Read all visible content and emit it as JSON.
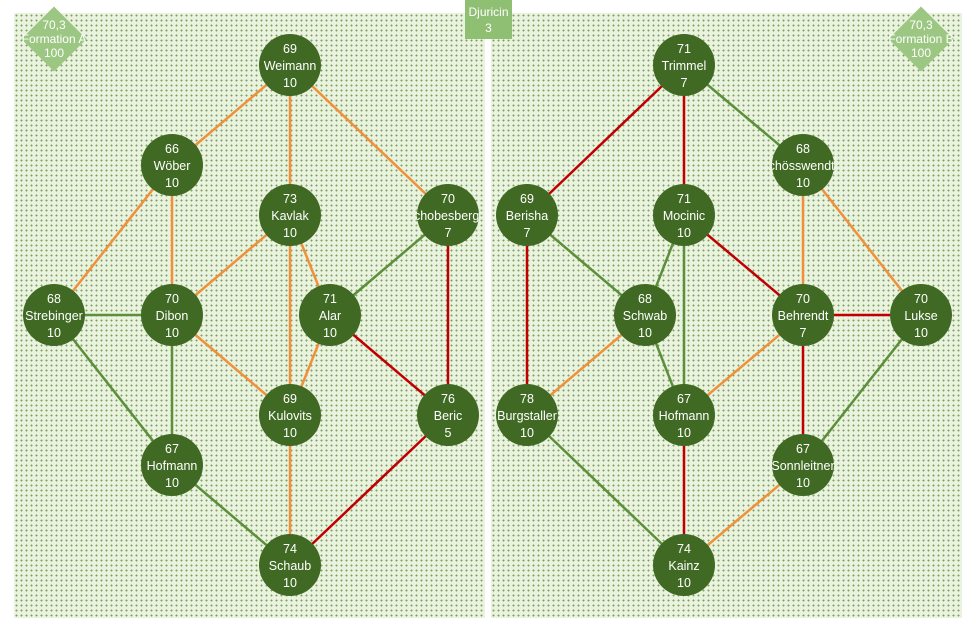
{
  "bench": {
    "name": "Djuricin",
    "value": "3"
  },
  "formation_left": {
    "rating": "70,3",
    "label": "Formation A",
    "value": "100"
  },
  "formation_right": {
    "rating": "70,3",
    "label": "Formation B",
    "value": "100"
  },
  "colors": {
    "node": "#406a24",
    "link_green": "#5b8f3a",
    "link_orange": "#f0913a",
    "link_red": "#c00000",
    "field": "#eaf3df",
    "badge": "#9cc783",
    "bench": "#8fbf73"
  },
  "left_team": {
    "players": [
      {
        "id": "weimann",
        "rating": "69",
        "name": "Weimann",
        "value": "10"
      },
      {
        "id": "woeber",
        "rating": "66",
        "name": "Wöber",
        "value": "10"
      },
      {
        "id": "kavlak",
        "rating": "73",
        "name": "Kavlak",
        "value": "10"
      },
      {
        "id": "schobesberger",
        "rating": "70",
        "name": "Schobesberger",
        "value": "7"
      },
      {
        "id": "strebinger",
        "rating": "68",
        "name": "Strebinger",
        "value": "10"
      },
      {
        "id": "dibon",
        "rating": "70",
        "name": "Dibon",
        "value": "10"
      },
      {
        "id": "alar",
        "rating": "71",
        "name": "Alar",
        "value": "10"
      },
      {
        "id": "kulovits",
        "rating": "69",
        "name": "Kulovits",
        "value": "10"
      },
      {
        "id": "beric",
        "rating": "76",
        "name": "Beric",
        "value": "5"
      },
      {
        "id": "hofmann_l",
        "rating": "67",
        "name": "Hofmann",
        "value": "10"
      },
      {
        "id": "schaub",
        "rating": "74",
        "name": "Schaub",
        "value": "10"
      }
    ],
    "links": [
      {
        "from": "weimann",
        "to": "woeber",
        "strength": "orange"
      },
      {
        "from": "weimann",
        "to": "kavlak",
        "strength": "orange"
      },
      {
        "from": "weimann",
        "to": "schobesberger",
        "strength": "orange"
      },
      {
        "from": "woeber",
        "to": "strebinger",
        "strength": "orange"
      },
      {
        "from": "woeber",
        "to": "dibon",
        "strength": "orange"
      },
      {
        "from": "kavlak",
        "to": "dibon",
        "strength": "orange"
      },
      {
        "from": "kavlak",
        "to": "alar",
        "strength": "orange"
      },
      {
        "from": "kavlak",
        "to": "kulovits",
        "strength": "orange"
      },
      {
        "from": "dibon",
        "to": "kulovits",
        "strength": "orange"
      },
      {
        "from": "alar",
        "to": "kulovits",
        "strength": "orange"
      },
      {
        "from": "kulovits",
        "to": "schaub",
        "strength": "orange"
      },
      {
        "from": "schobesberger",
        "to": "alar",
        "strength": "green"
      },
      {
        "from": "strebinger",
        "to": "dibon",
        "strength": "green"
      },
      {
        "from": "strebinger",
        "to": "hofmann_l",
        "strength": "green"
      },
      {
        "from": "dibon",
        "to": "hofmann_l",
        "strength": "green"
      },
      {
        "from": "hofmann_l",
        "to": "schaub",
        "strength": "green"
      },
      {
        "from": "schobesberger",
        "to": "beric",
        "strength": "red"
      },
      {
        "from": "alar",
        "to": "beric",
        "strength": "red"
      },
      {
        "from": "beric",
        "to": "schaub",
        "strength": "red"
      }
    ]
  },
  "right_team": {
    "players": [
      {
        "id": "trimmel",
        "rating": "71",
        "name": "Trimmel",
        "value": "7"
      },
      {
        "id": "schoesswendter",
        "rating": "68",
        "name": "Schösswendter",
        "value": "10"
      },
      {
        "id": "berisha",
        "rating": "69",
        "name": "Berisha",
        "value": "7"
      },
      {
        "id": "mocinic",
        "rating": "71",
        "name": "Mocinic",
        "value": "10"
      },
      {
        "id": "schwab",
        "rating": "68",
        "name": "Schwab",
        "value": "10"
      },
      {
        "id": "behrendt",
        "rating": "70",
        "name": "Behrendt",
        "value": "7"
      },
      {
        "id": "lukse",
        "rating": "70",
        "name": "Lukse",
        "value": "10"
      },
      {
        "id": "burgstaller",
        "rating": "78",
        "name": "Burgstaller",
        "value": "10"
      },
      {
        "id": "hofmann_r",
        "rating": "67",
        "name": "Hofmann",
        "value": "10"
      },
      {
        "id": "sonnleitner",
        "rating": "67",
        "name": "Sonnleitner",
        "value": "10"
      },
      {
        "id": "kainz",
        "rating": "74",
        "name": "Kainz",
        "value": "10"
      }
    ],
    "links": [
      {
        "from": "trimmel",
        "to": "berisha",
        "strength": "red"
      },
      {
        "from": "trimmel",
        "to": "mocinic",
        "strength": "red"
      },
      {
        "from": "trimmel",
        "to": "schoesswendter",
        "strength": "green"
      },
      {
        "from": "berisha",
        "to": "burgstaller",
        "strength": "red"
      },
      {
        "from": "berisha",
        "to": "schwab",
        "strength": "green"
      },
      {
        "from": "mocinic",
        "to": "schwab",
        "strength": "green"
      },
      {
        "from": "mocinic",
        "to": "hofmann_r",
        "strength": "green"
      },
      {
        "from": "mocinic",
        "to": "behrendt",
        "strength": "red"
      },
      {
        "from": "schoesswendter",
        "to": "behrendt",
        "strength": "orange"
      },
      {
        "from": "schoesswendter",
        "to": "lukse",
        "strength": "orange"
      },
      {
        "from": "schwab",
        "to": "burgstaller",
        "strength": "orange"
      },
      {
        "from": "schwab",
        "to": "hofmann_r",
        "strength": "green"
      },
      {
        "from": "behrendt",
        "to": "hofmann_r",
        "strength": "orange"
      },
      {
        "from": "behrendt",
        "to": "lukse",
        "strength": "red"
      },
      {
        "from": "behrendt",
        "to": "sonnleitner",
        "strength": "red"
      },
      {
        "from": "lukse",
        "to": "sonnleitner",
        "strength": "green"
      },
      {
        "from": "burgstaller",
        "to": "kainz",
        "strength": "green"
      },
      {
        "from": "hofmann_r",
        "to": "kainz",
        "strength": "red"
      },
      {
        "from": "sonnleitner",
        "to": "kainz",
        "strength": "orange"
      }
    ]
  }
}
